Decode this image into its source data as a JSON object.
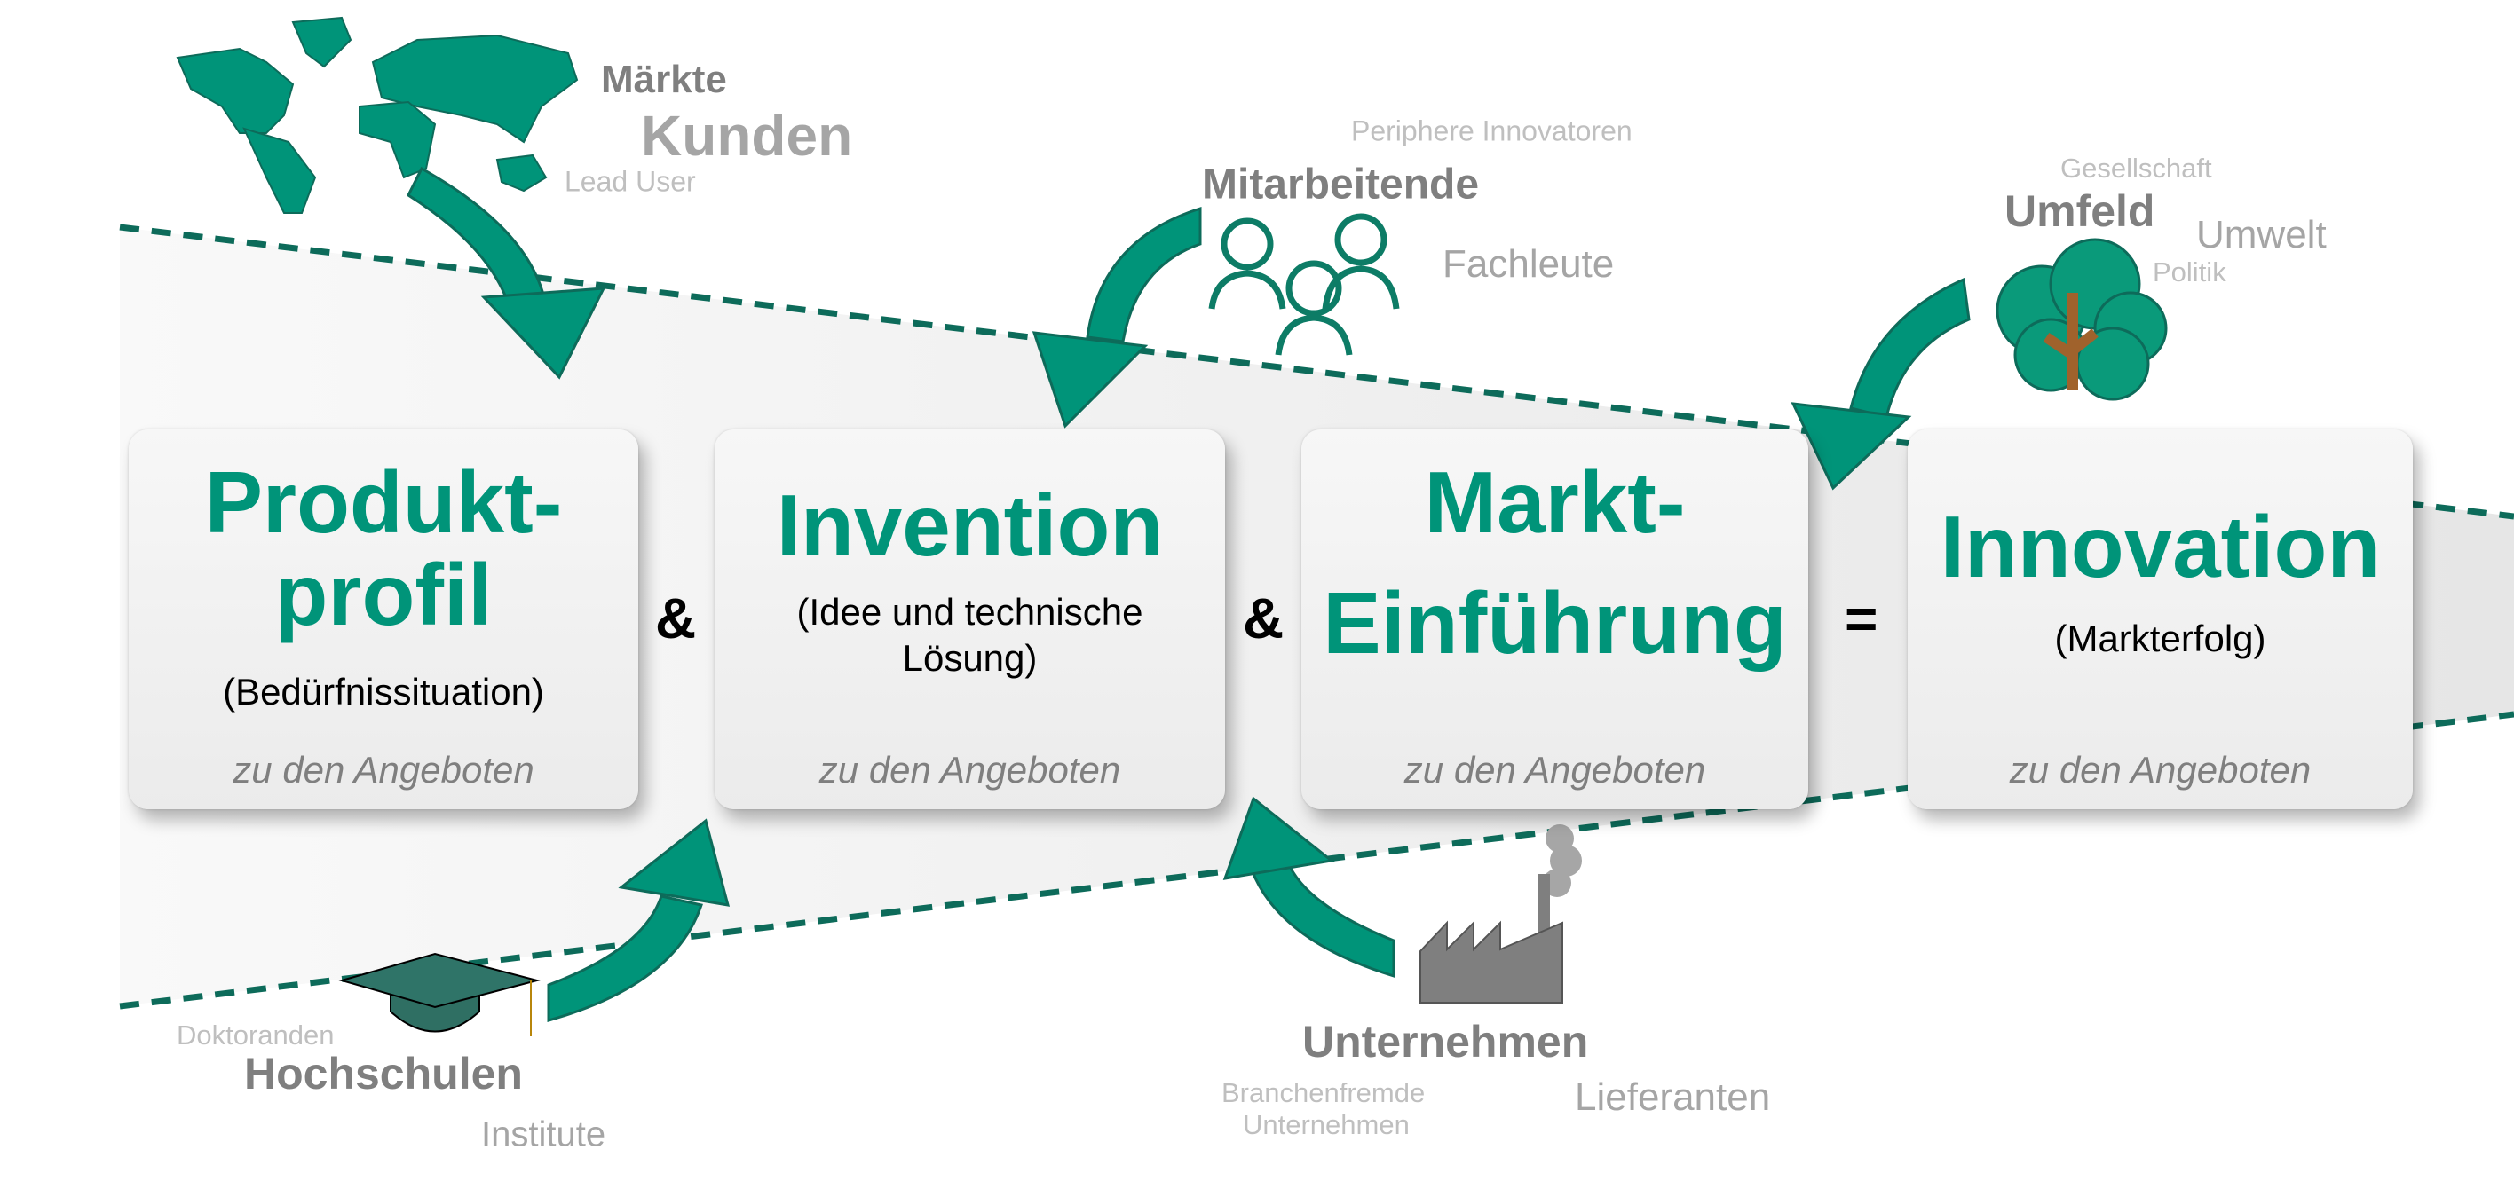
{
  "boxes": [
    {
      "title_lines": [
        "Produkt-",
        "profil"
      ],
      "subtitle_lines": [
        "(Bedürfnissituation)"
      ],
      "link": "zu den Angeboten"
    },
    {
      "title_lines": [
        "Invention"
      ],
      "subtitle_lines": [
        "(Idee und technische",
        "Lösung)"
      ],
      "link": "zu den Angeboten"
    },
    {
      "title_lines": [
        "Markt-",
        "Einführung"
      ],
      "subtitle_lines": [],
      "link": "zu den Angeboten"
    },
    {
      "title_lines": [
        "Innovation"
      ],
      "subtitle_lines": [
        "(Markterfolg)"
      ],
      "link": "zu den Angeboten"
    }
  ],
  "operators": [
    "&",
    "&",
    "="
  ],
  "sources": {
    "markt": {
      "main": "Märkte",
      "second": "Kunden",
      "minor": [
        "Lead User"
      ]
    },
    "mitarbeitende": {
      "main": "Mitarbeitende",
      "minor": [
        "Periphere Innovatoren",
        "Fachleute"
      ]
    },
    "umfeld": {
      "main": "Umfeld",
      "minor": [
        "Gesellschaft",
        "Umwelt",
        "Politik"
      ]
    },
    "hochschulen": {
      "main": "Hochschulen",
      "minor": [
        "Doktoranden",
        "Institute"
      ]
    },
    "unternehmen": {
      "main": "Unternehmen",
      "minor": [
        "Branchenfremde",
        "Unternehmen",
        "Lieferanten"
      ]
    }
  },
  "colors": {
    "accent": "#009479",
    "dash": "#0d6b5a",
    "text_gray": "#7f7f7f"
  }
}
